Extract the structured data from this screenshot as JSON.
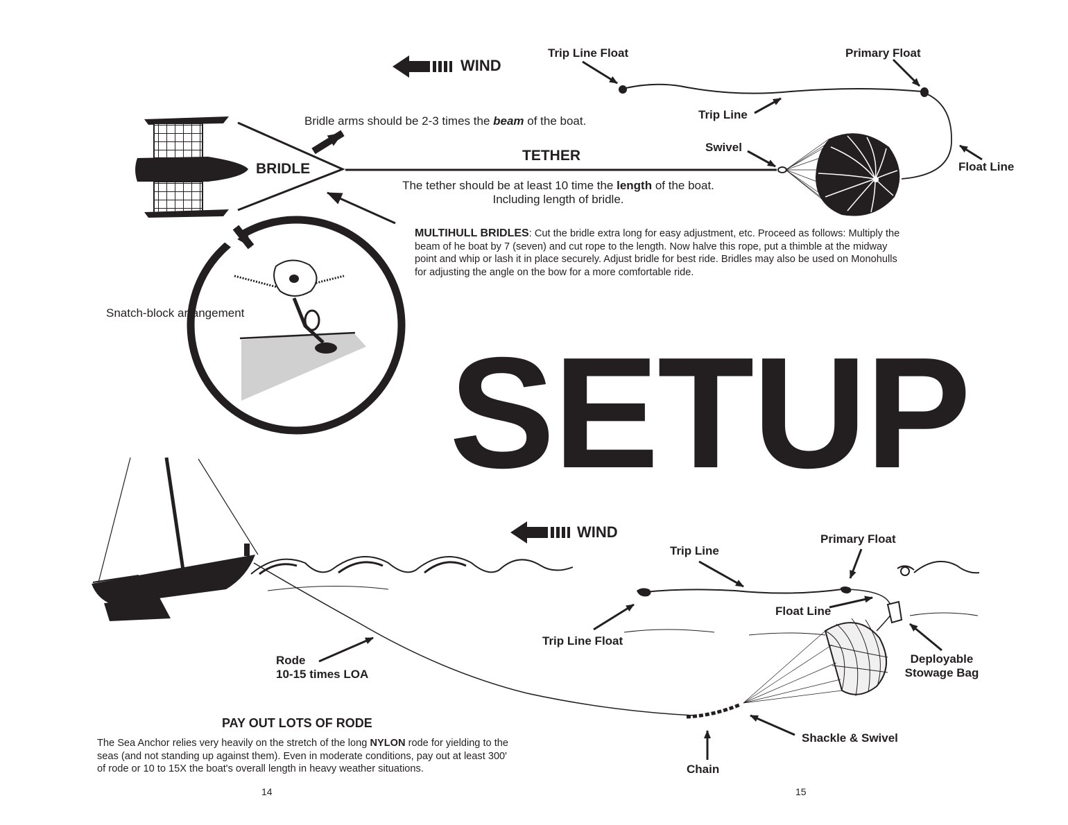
{
  "top": {
    "wind_label": "WIND",
    "trip_line_float": "Trip Line Float",
    "primary_float": "Primary Float",
    "trip_line": "Trip Line",
    "swivel": "Swivel",
    "float_line": "Float Line",
    "bridle": "BRIDLE",
    "tether": "TETHER",
    "bridle_note": {
      "pre": "Bridle arms should be 2-3 times the ",
      "em": "beam",
      "post": " of the boat."
    },
    "tether_note": {
      "pre": "The tether should be at least 10 time the ",
      "strong": "length",
      "post": " of the boat.",
      "line2": "Including length of bridle."
    },
    "multihull": {
      "title": "MULTIHULL BRIDLES",
      "body": ": Cut the bridle extra long for easy adjustment, etc.  Proceed as follows: Multiply the beam of he boat by 7 (seven) and cut rope to the length.  Now halve this rope, put a thimble at the midway point and whip or lash it in place securely.  Adjust bridle for best ride.  Bridles may also be used on Monohulls for adjusting the angle on the bow for a more comfortable ride."
    },
    "snatch_block": "Snatch-block arrangement"
  },
  "title": "SETUP",
  "bottom": {
    "wind_label": "WIND",
    "trip_line": "Trip Line",
    "primary_float": "Primary Float",
    "float_line": "Float Line",
    "trip_line_float": "Trip Line Float",
    "deployable_bag": {
      "line1": "Deployable",
      "line2": "Stowage Bag"
    },
    "rode": {
      "line1": "Rode",
      "line2": "10-15 times LOA"
    },
    "shackle_swivel": "Shackle & Swivel",
    "chain": "Chain",
    "payout_title": "PAY OUT LOTS OF RODE",
    "payout": {
      "pre": "The Sea Anchor relies very heavily on the stretch of the long ",
      "strong": "NYLON",
      "post": " rode for yielding to the seas (and not standing up against them).   Even in moderate conditions, pay out at least 300' of rode or 10 to 15X the boat's overall length in heavy weather situations."
    }
  },
  "pages": {
    "left": "14",
    "right": "15"
  },
  "icons": [
    "wind-arrow-icon",
    "catamaran-icon",
    "parachute-anchor-icon",
    "float-icon",
    "snatch-block-icon",
    "sailboat-icon",
    "wave-icon",
    "stowage-bag-icon"
  ],
  "colors": {
    "ink": "#231f20",
    "deck": "#d0d0d0",
    "paper": "#ffffff"
  }
}
